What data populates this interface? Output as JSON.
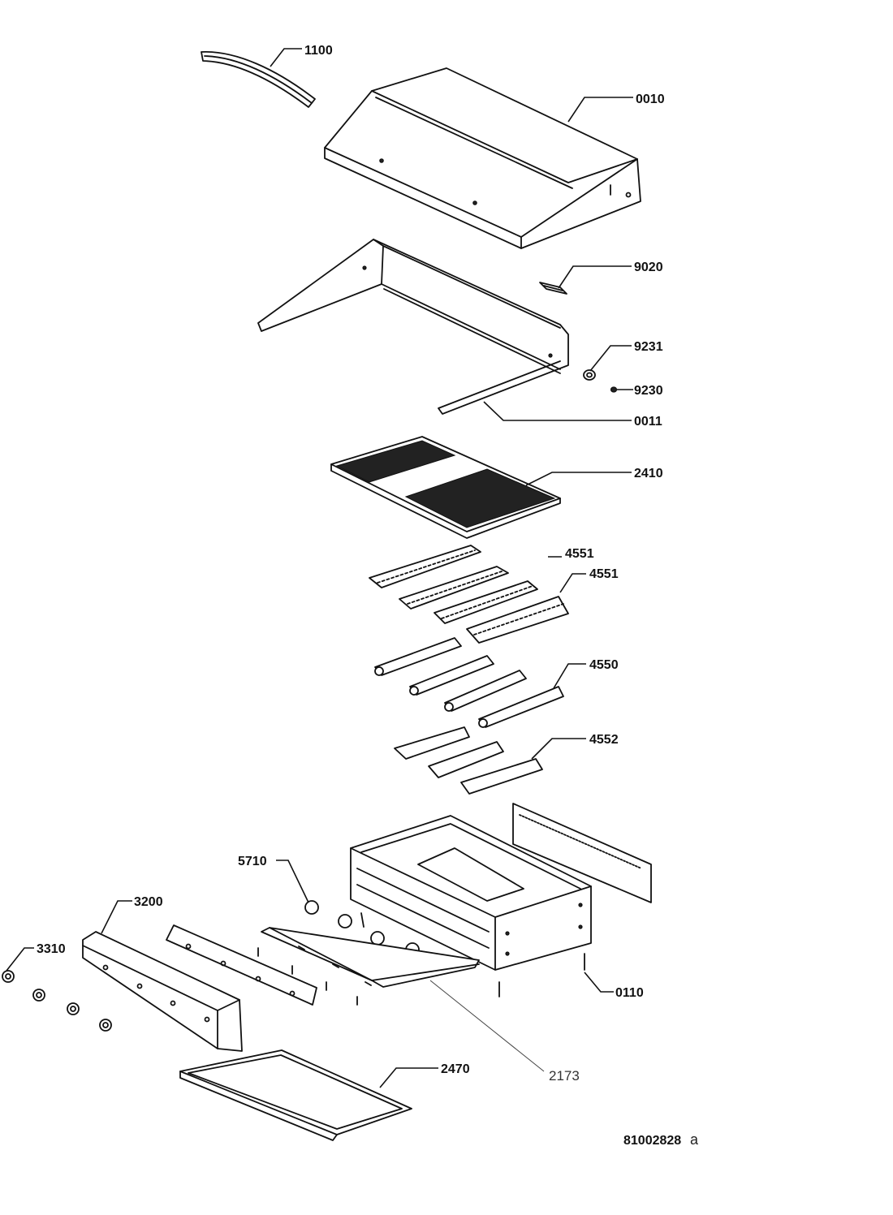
{
  "labels": {
    "p1100": "1100",
    "p0010": "0010",
    "p9020": "9020",
    "p9231": "9231",
    "p9230": "9230",
    "p0011": "0011",
    "p2410": "2410",
    "p4551a": "4551",
    "p4551b": "4551",
    "p4550": "4550",
    "p4552": "4552",
    "p5710": "5710",
    "p3200": "3200",
    "p3310": "3310",
    "p0110": "0110",
    "p2470": "2470",
    "p2173": "2173"
  },
  "document": {
    "number": "81002828",
    "revision": "a"
  }
}
